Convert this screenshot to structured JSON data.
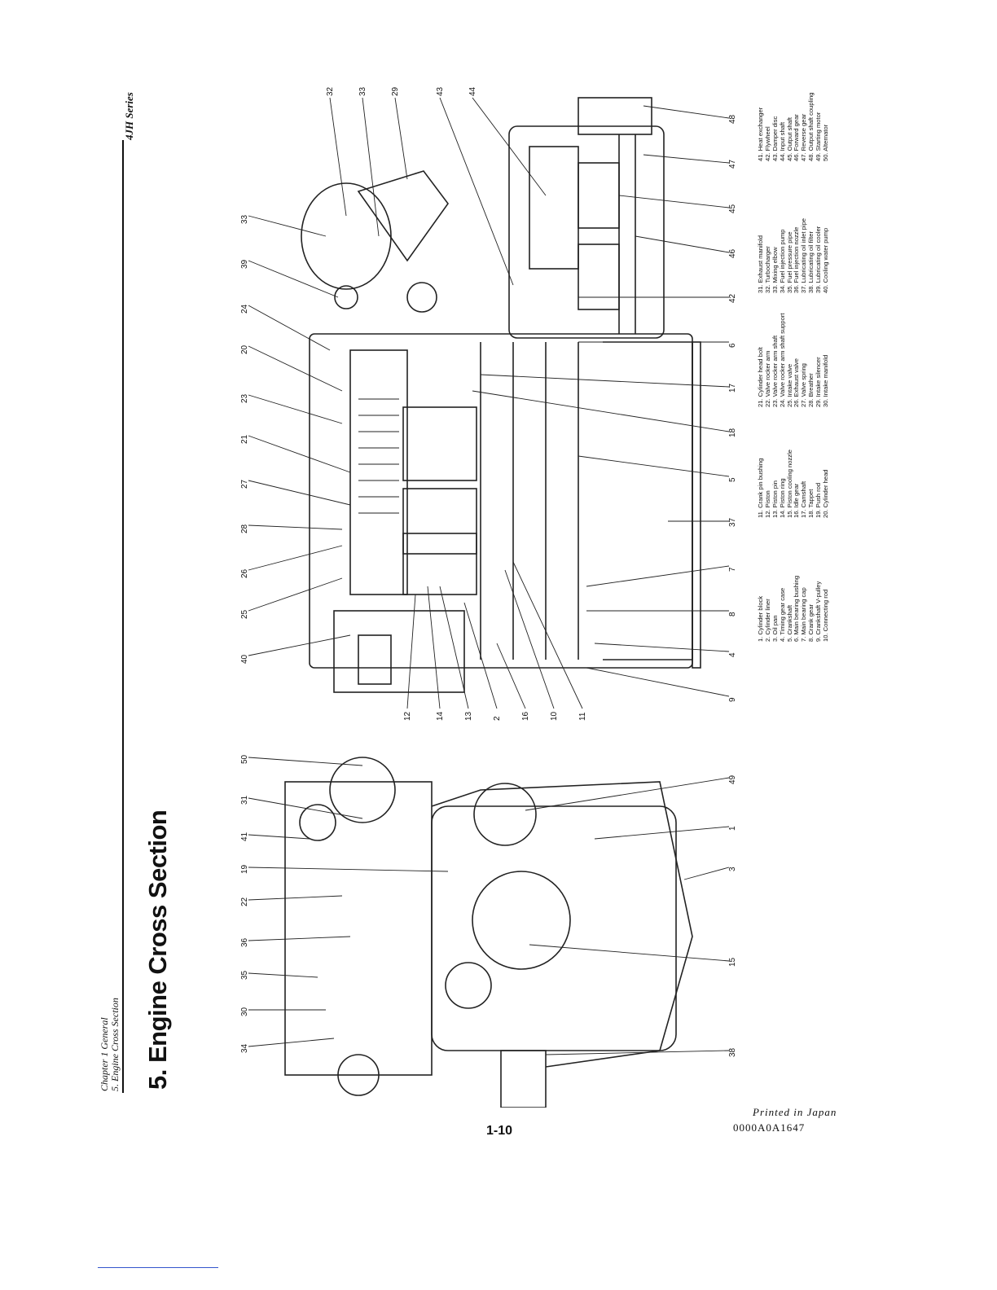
{
  "header": {
    "chapter": "Chapter 1 General",
    "section": "5. Engine Cross Section",
    "series": "4JH Series"
  },
  "title": "5. Engine Cross Section",
  "callouts_upper": [
    "32",
    "33",
    "29",
    "43",
    "44",
    "33",
    "39",
    "24",
    "20",
    "23",
    "21",
    "27",
    "28",
    "26",
    "25",
    "40",
    "12",
    "14",
    "13",
    "2",
    "16",
    "10",
    "11",
    "48",
    "47",
    "45",
    "46",
    "42",
    "6",
    "17",
    "18",
    "5",
    "37",
    "7",
    "8",
    "4",
    "9"
  ],
  "callouts_lower": [
    "50",
    "31",
    "41",
    "19",
    "22",
    "36",
    "35",
    "30",
    "34",
    "49",
    "1",
    "3",
    "15",
    "38"
  ],
  "legend": {
    "col1": [
      "1. Cylinder block",
      "2. Cylinder liner",
      "3. Oil pan",
      "4. Timing gear case",
      "5. Crankshaft",
      "6. Main bearing bushing",
      "7. Main bearing cap",
      "8. Crank gear",
      "9. Crankshaft V-pulley",
      "10. Connecting rod"
    ],
    "col2": [
      "11. Crank pin bushing",
      "12. Piston",
      "13. Piston pin",
      "14. Piston ring",
      "15. Piston cooling nozzle",
      "16. Idle gear",
      "17. Camshaft",
      "18. Tappet",
      "19. Push rod",
      "20. Cylinder head"
    ],
    "col3": [
      "21. Cylinder head bolt",
      "22. Valve rocker arm",
      "23. Valve rocker arm shaft",
      "24. Valve rocker arm shaft support",
      "25. Intake valve",
      "26. Exhaust valve",
      "27. Valve spring",
      "28. Breather",
      "29. Intake silencer",
      "30. Intake manifold"
    ],
    "col4": [
      "31. Exhaust manifold",
      "32. Turbocharger",
      "33. Mixing elbow",
      "34. Fuel injection pump",
      "35. Fuel pressure pipe",
      "36. Fuel injection nozzle",
      "37. Lubricating oil inlet pipe",
      "38. Lubricating oil filter",
      "39. Lubricating oil cooler",
      "40. Cooling water pump"
    ],
    "col5": [
      "41. Heat exchanger",
      "42. Flywheel",
      "43. Damper disc",
      "44. Input shaft",
      "45. Output shaft",
      "46. Forward gear",
      "47. Reverse gear",
      "48. Output shaft coupling",
      "49. Starting motor",
      "50. Alternator"
    ]
  },
  "footer": {
    "page_number": "1-10",
    "printed": "Printed in Japan",
    "code": "0000A0A1647"
  }
}
